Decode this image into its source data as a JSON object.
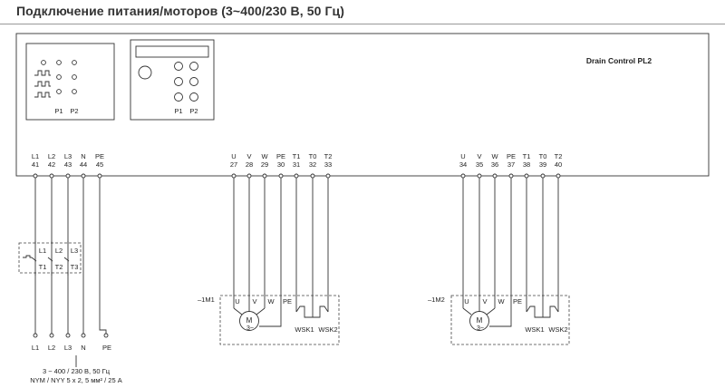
{
  "title": "Подключение питания/моторов (3~400/230 В, 50 Гц)",
  "device": {
    "name": "Drain Control PL2",
    "panel1": {
      "p1": "P1",
      "p2": "P2"
    },
    "panel2": {
      "p1": "P1",
      "p2": "P2"
    }
  },
  "mains": {
    "terminals": [
      {
        "label": "L1",
        "num": "41"
      },
      {
        "label": "L2",
        "num": "42"
      },
      {
        "label": "L3",
        "num": "43"
      },
      {
        "label": "N",
        "num": "44"
      },
      {
        "label": "PE",
        "num": "45"
      }
    ],
    "switch_top": [
      "L1",
      "L2",
      "L3"
    ],
    "switch_bottom": [
      "T1",
      "T2",
      "T3"
    ],
    "bottom_labels": [
      "L1",
      "L2",
      "L3",
      "N",
      "PE"
    ],
    "note_line1": "3 ~ 400 / 230 В, 50 Гц",
    "note_line2": "NYM / NYY 5 x 2, 5 мм² / 25 A"
  },
  "motor1": {
    "terminals": [
      {
        "label": "U",
        "num": "27"
      },
      {
        "label": "V",
        "num": "28"
      },
      {
        "label": "W",
        "num": "29"
      },
      {
        "label": "PE",
        "num": "30"
      },
      {
        "label": "T1",
        "num": "31"
      },
      {
        "label": "T0",
        "num": "32"
      },
      {
        "label": "T2",
        "num": "33"
      }
    ],
    "id": "–1M1",
    "box_labels": [
      "U",
      "V",
      "W",
      "PE"
    ],
    "m": "M",
    "phase": "3~",
    "wsk1": "WSK1",
    "wsk2": "WSK2"
  },
  "motor2": {
    "terminals": [
      {
        "label": "U",
        "num": "34"
      },
      {
        "label": "V",
        "num": "35"
      },
      {
        "label": "W",
        "num": "36"
      },
      {
        "label": "PE",
        "num": "37"
      },
      {
        "label": "T1",
        "num": "38"
      },
      {
        "label": "T0",
        "num": "39"
      },
      {
        "label": "T2",
        "num": "40"
      }
    ],
    "id": "–1M2",
    "box_labels": [
      "U",
      "V",
      "W",
      "PE"
    ],
    "m": "M",
    "phase": "3~",
    "wsk1": "WSK1",
    "wsk2": "WSK2"
  }
}
